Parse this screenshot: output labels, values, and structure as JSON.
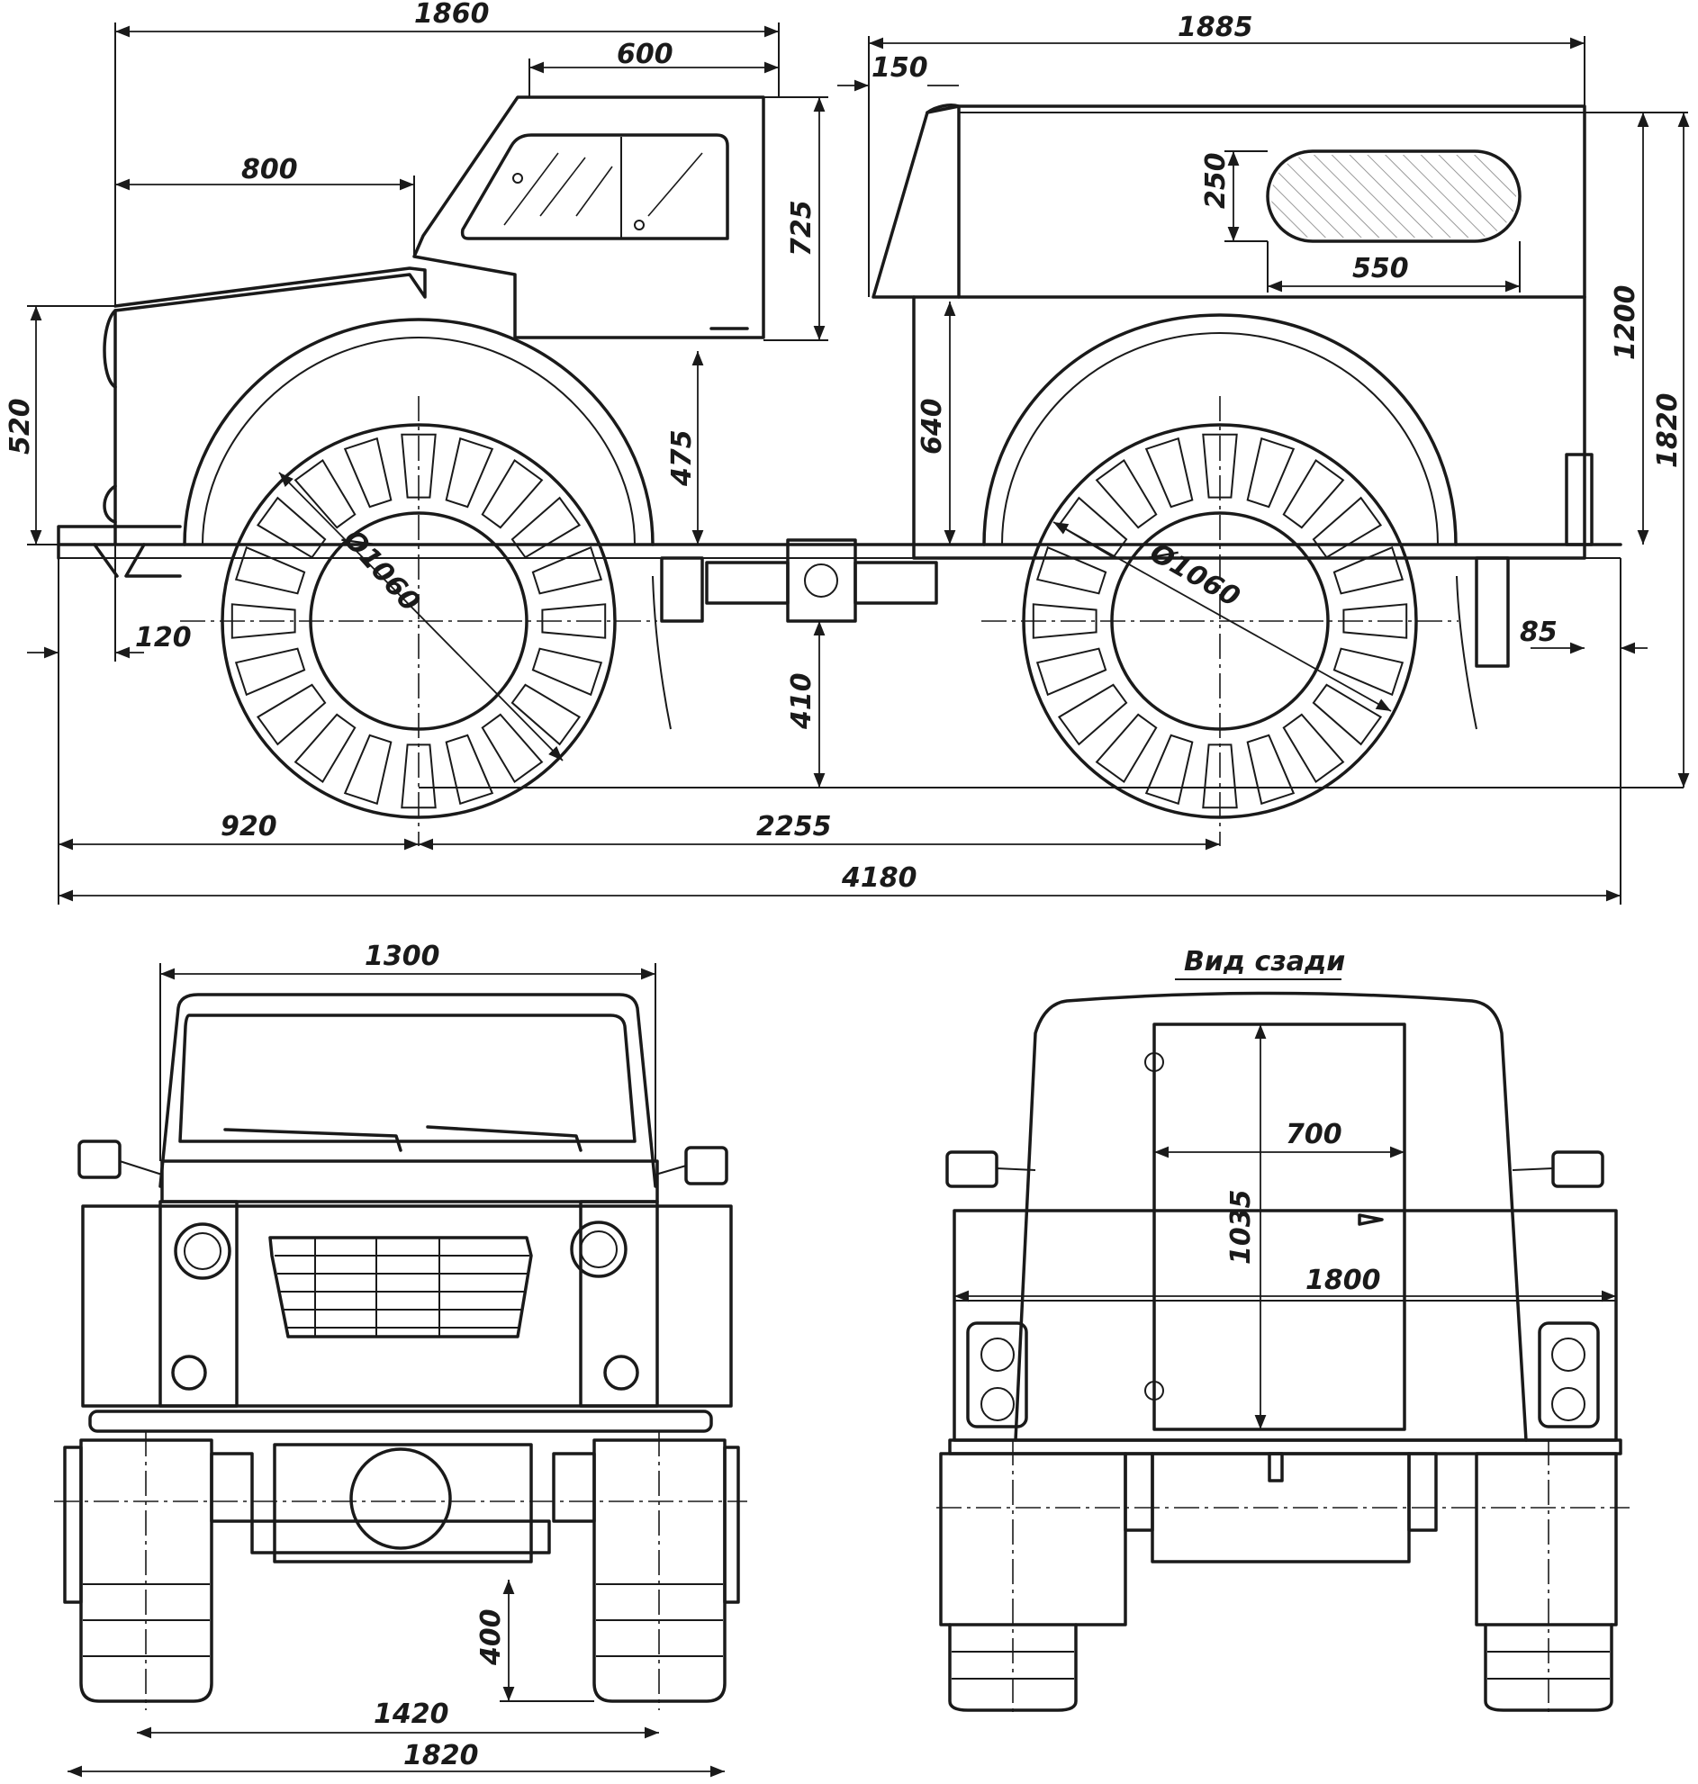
{
  "view_rear_title": "Вид сзади",
  "dims": {
    "d1860": "1860",
    "d600": "600",
    "d1885": "1885",
    "d150": "150",
    "d800": "800",
    "d725": "725",
    "d250": "250",
    "d550": "550",
    "d1200": "1200",
    "d1820_side": "1820",
    "d520": "520",
    "d475": "475",
    "d640": "640",
    "d_wheel_front": "Ø1060",
    "d_wheel_rear": "Ø1060",
    "d120": "120",
    "d85": "85",
    "d410": "410",
    "d920": "920",
    "d2255": "2255",
    "d4180": "4180",
    "d1300": "1300",
    "d700": "700",
    "d1035": "1035",
    "d1800": "1800",
    "d400": "400",
    "d1420": "1420",
    "d1820_front": "1820"
  }
}
